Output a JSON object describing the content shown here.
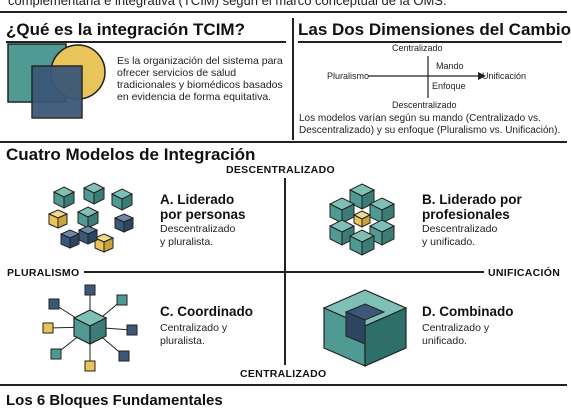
{
  "top_caption": "complementaria e integrativa (TCIM) según el marco conceptual de la OMS.",
  "section1": {
    "title": "¿Qué es la integración TCIM?",
    "description": "Es la organización del sistema para ofrecer servicios de salud tradicionales y biomédicos basados en evidencia de forma equitativa."
  },
  "section2": {
    "title": "Las Dos Dimensiones del Cambio",
    "top_label": "Centralizado",
    "bottom_label": "Descentralizado",
    "left_label": "Pluralismo",
    "right_label": "Unificación",
    "mando_label": "Mando",
    "enfoque_label": "Enfoque",
    "note": "Los modelos varían según su mando (Centralizado vs. Descentralizado) y su enfoque (Pluralismo vs. Unificación)."
  },
  "section3": {
    "title": "Cuatro Modelos de Integración",
    "axis_top": "DESCENTRALIZADO",
    "axis_bottom": "CENTRALIZADO",
    "axis_left": "PLURALISMO",
    "axis_right": "UNIFICACIÓN",
    "models": [
      {
        "title_line1": "A. Liderado",
        "title_line2": "por personas",
        "desc_line1": "Descentralizado",
        "desc_line2": "y pluralista."
      },
      {
        "title_line1": "B. Liderado por",
        "title_line2": "profesionales",
        "desc_line1": "Descentralizado",
        "desc_line2": "y unificado."
      },
      {
        "title_line1": "C. Coordinado",
        "title_line2": "",
        "desc_line1": "Centralizado y",
        "desc_line2": "pluralista."
      },
      {
        "title_line1": "D. Combinado",
        "title_line2": "",
        "desc_line1": "Centralizado y",
        "desc_line2": "unificado."
      }
    ]
  },
  "section4": {
    "title": "Los 6 Bloques Fundamentales"
  },
  "colors": {
    "teal": "#4f9a92",
    "navy": "#3c5878",
    "yellow": "#e8c45a"
  }
}
